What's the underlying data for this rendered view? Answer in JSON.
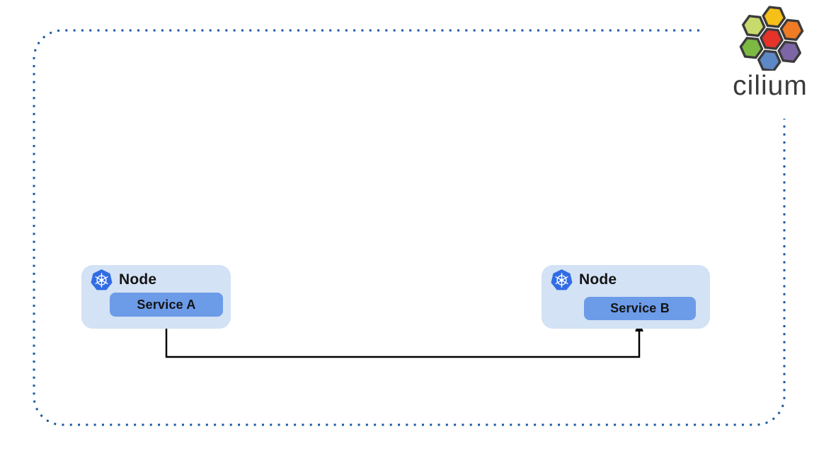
{
  "canvas": {
    "background": "#ffffff",
    "border_color": "#1A579F"
  },
  "nodes": [
    {
      "label": "Node",
      "service_label": "Service A"
    },
    {
      "label": "Node",
      "service_label": "Service B"
    }
  ],
  "connector": {
    "from": "Service A",
    "to": "Service B",
    "color": "#000000"
  },
  "kubernetes_blue": "#326CE5",
  "colors": {
    "node_box_fill": "#D3E2F4",
    "service_box_fill": "#6C9BE8",
    "label_text": "#141414"
  },
  "logo": {
    "text": "cilium",
    "text_color": "#3A3A3A",
    "outline_color": "#3B3B3B",
    "hexagons": [
      {
        "position": "top",
        "color": "#F5C118"
      },
      {
        "position": "upper-left",
        "color": "#C7DB6D"
      },
      {
        "position": "upper-right",
        "color": "#EF7C25"
      },
      {
        "position": "center",
        "color": "#E5332A"
      },
      {
        "position": "lower-left",
        "color": "#7CB942"
      },
      {
        "position": "lower-right",
        "color": "#7D66A5"
      },
      {
        "position": "bottom",
        "color": "#5D88C6"
      }
    ]
  }
}
